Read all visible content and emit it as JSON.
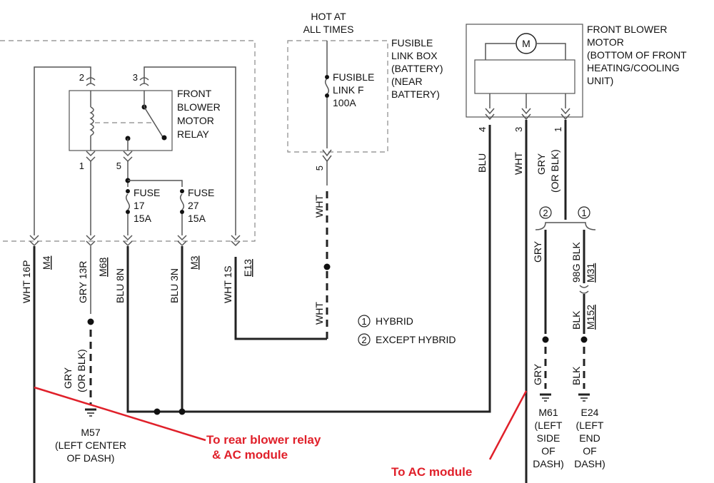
{
  "hot": {
    "line1": "HOT AT",
    "line2": "ALL TIMES"
  },
  "fusible_box": {
    "l1": "FUSIBLE",
    "l2": "LINK BOX",
    "l3": "(BATTERY)",
    "l4": "(NEAR",
    "l5": "BATTERY)"
  },
  "fusible_link": {
    "l1": "FUSIBLE",
    "l2": "LINK F",
    "l3": "100A"
  },
  "motor": {
    "l1": "FRONT BLOWER",
    "l2": "MOTOR",
    "l3": "(BOTTOM OF FRONT",
    "l4": "HEATING/COOLING",
    "l5": "UNIT)",
    "symbol": "M",
    "pins": [
      "4",
      "3",
      "1"
    ]
  },
  "relay": {
    "l1": "FRONT",
    "l2": "BLOWER",
    "l3": "MOTOR",
    "l4": "RELAY",
    "pins": {
      "p2": "2",
      "p3": "3",
      "p1": "1",
      "p5": "5"
    }
  },
  "fuse17": {
    "l1": "FUSE",
    "l2": "17",
    "l3": "15A"
  },
  "fuse27": {
    "l1": "FUSE",
    "l2": "27",
    "l3": "15A"
  },
  "connectors": {
    "c1": {
      "wire": "WHT",
      "pin": "16P",
      "conn": "M4"
    },
    "c2": {
      "wire": "GRY",
      "pin": "13R",
      "conn": "M68"
    },
    "c3": {
      "wire": "BLU",
      "pin": "8N"
    },
    "c4": {
      "wire": "BLU",
      "pin": "3N",
      "conn": "M3"
    },
    "c5": {
      "wire": "WHT",
      "pin": "1S",
      "conn": "E13"
    }
  },
  "wires": {
    "wht_pin5": "5",
    "wht_upper": "WHT",
    "wht_lower": "WHT",
    "blu": "BLU",
    "wht_m": "WHT",
    "gry_m_1": "GRY",
    "gry_m_2": "(OR BLK)",
    "gry_left_1": "GRY",
    "gry_left_2": "(OR BLK)",
    "gry2": "GRY",
    "blk_98g": "98G BLK",
    "m31": "M31",
    "blk": "BLK",
    "m152": "M152",
    "gry_low": "GRY",
    "blk_low": "BLK"
  },
  "legend": {
    "n1": "1",
    "n2": "2",
    "hybrid": "HYBRID",
    "except": "EXCEPT HYBRID"
  },
  "grounds": {
    "m57": {
      "l1": "M57",
      "l2": "(LEFT CENTER",
      "l3": "OF DASH)"
    },
    "m61": {
      "l1": "M61",
      "l2": "(LEFT",
      "l3": "SIDE",
      "l4": "OF",
      "l5": "DASH)"
    },
    "e24": {
      "l1": "E24",
      "l2": "(LEFT",
      "l3": "END",
      "l4": "OF",
      "l5": "DASH)"
    }
  },
  "annotations": {
    "rear1": "To rear blower relay",
    "rear2": "& AC module",
    "ac": "To AC module",
    "color": "#e0202a"
  }
}
